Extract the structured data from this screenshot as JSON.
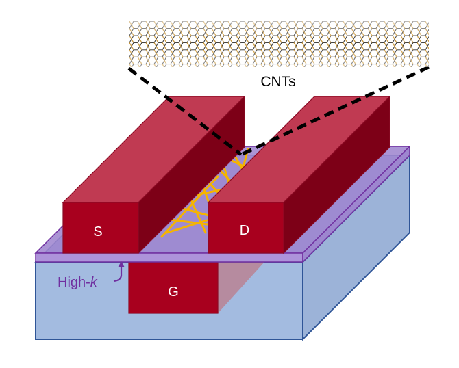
{
  "labels": {
    "cnts": "CNTs",
    "source": "S",
    "drain": "D",
    "gate": "G",
    "high_k_prefix": "High-",
    "high_k_symbol": "k"
  },
  "colors": {
    "electrode_front": "#a8001e",
    "electrode_top": "#c03a52",
    "electrode_side": "#7d0017",
    "substrate_front": "#a3bbe0",
    "substrate_top": "#93aed8",
    "substrate_side": "#9cb3d8",
    "substrate_edge": "#2f5597",
    "high_k_fill": "#9f86cf",
    "high_k_edge": "#7030a0",
    "high_k_label": "#7030a0",
    "nanotubes": "#f5b400",
    "tube_ring": "#222222",
    "tube_ring_accent": "#d89b2a"
  }
}
